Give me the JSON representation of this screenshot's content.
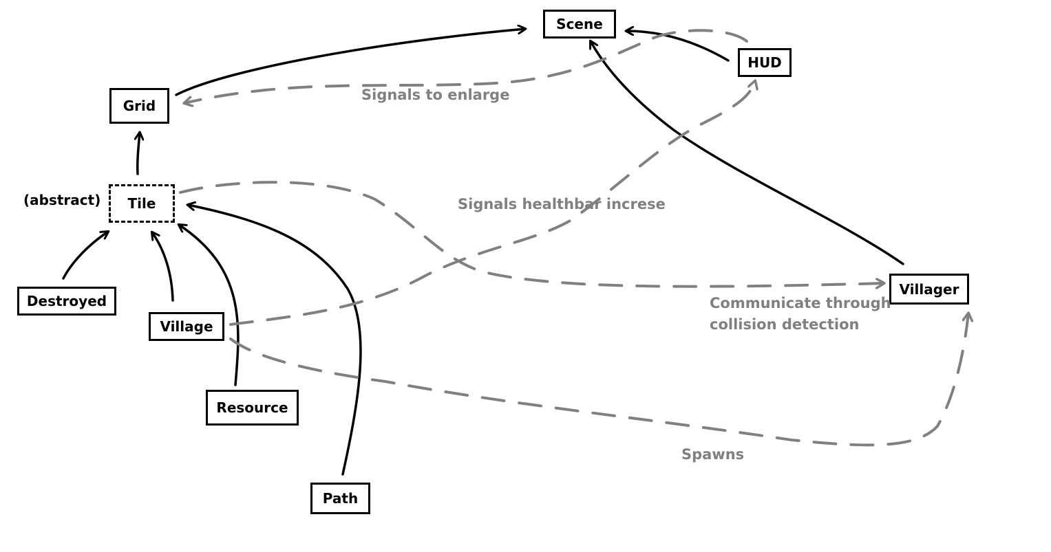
{
  "nodes": {
    "scene": "Scene",
    "hud": "HUD",
    "grid": "Grid",
    "tile": "Tile",
    "destroyed": "Destroyed",
    "village": "Village",
    "resource": "Resource",
    "path": "Path",
    "villager": "Villager"
  },
  "annotations": {
    "abstract": "(abstract)",
    "signals_enlarge": "Signals to enlarge",
    "signals_healthbar": "Signals healthbar increse",
    "collision_line1": "Communicate through",
    "collision_line2": "collision detection",
    "spawns": "Spawns"
  },
  "colors": {
    "solid_edge": "#000000",
    "dashed_edge": "#808080"
  }
}
